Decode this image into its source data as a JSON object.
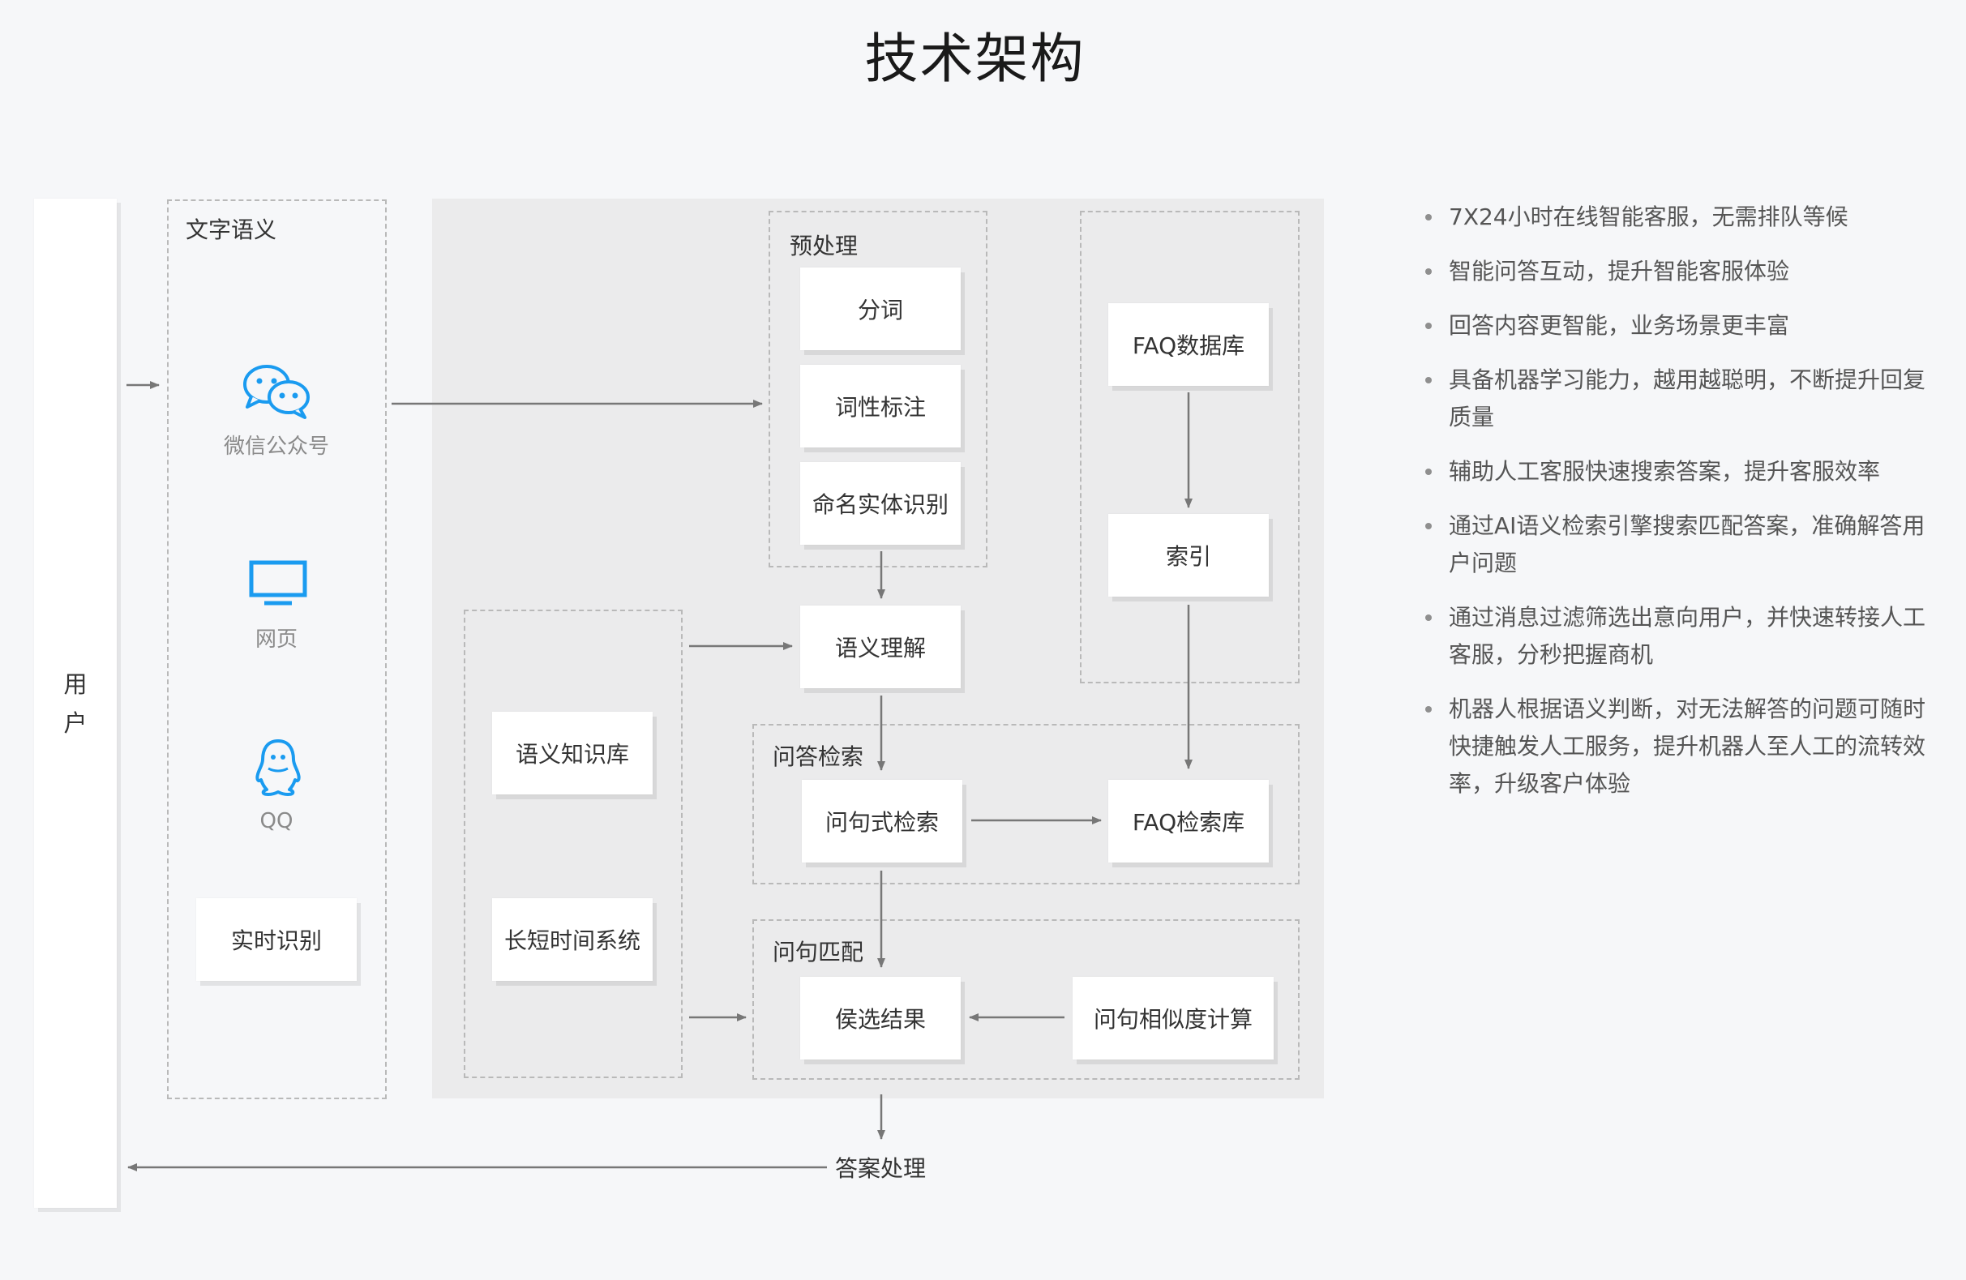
{
  "title": "技术架构",
  "user": {
    "label": "用户"
  },
  "channels": {
    "group_label": "文字语义",
    "items": [
      {
        "icon": "wechat-icon",
        "label": "微信公众号"
      },
      {
        "icon": "monitor-icon",
        "label": "网页"
      },
      {
        "icon": "qq-icon",
        "label": "QQ"
      }
    ],
    "realtime": "实时识别"
  },
  "preprocess": {
    "label": "预处理",
    "steps": [
      "分词",
      "词性标注",
      "命名实体识别"
    ]
  },
  "knowledge": {
    "items": [
      "语义知识库",
      "长短时间系统"
    ]
  },
  "understanding": "语义理解",
  "faq": {
    "database": "FAQ数据库",
    "index": "索引"
  },
  "qa_search": {
    "label": "问答检索",
    "question_search": "问句式检索",
    "faq_search": "FAQ检索库"
  },
  "matching": {
    "label": "问句匹配",
    "candidates": "侯选结果",
    "similarity": "问句相似度计算"
  },
  "answer": "答案处理",
  "features": [
    "7X24小时在线智能客服，无需排队等候",
    "智能问答互动，提升智能客服体验",
    "回答内容更智能，业务场景更丰富",
    "具备机器学习能力，越用越聪明，不断提升回复质量",
    "辅助人工客服快速搜索答案，提升客服效率",
    "通过AI语义检索引擎搜索匹配答案，准确解答用户问题",
    "通过消息过滤筛选出意向用户，并快速转接人工客服，分秒把握商机",
    "机器人根据语义判断，对无法解答的问题可随时快捷触发人工服务，提升机器人至人工的流转效率，升级客户体验"
  ],
  "colors": {
    "icon_blue": "#1a9bf0",
    "panel_gray": "#ebebec",
    "arrow_gray": "#777777"
  }
}
